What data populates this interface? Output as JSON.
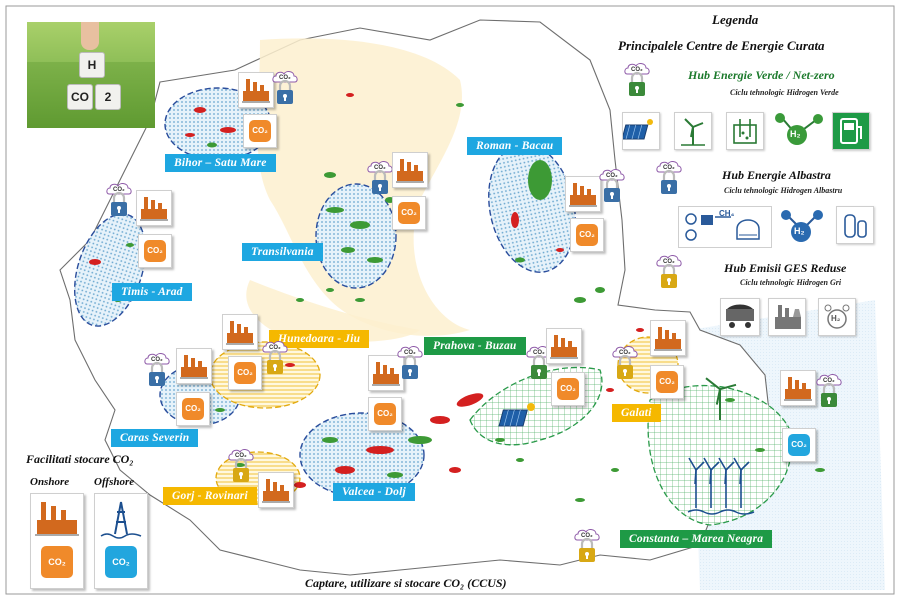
{
  "legend": {
    "title": "Legenda",
    "subtitle": "Principalele Centre de Energie Curata",
    "hubs": [
      {
        "title": "Hub Energie Verde / Net-zero",
        "subtitle": "Ciclu tehnologic Hidrogen Verde"
      },
      {
        "title": "Hub Energie Albastra",
        "subtitle": "Ciclu tehnologic Hidrogen Albastru"
      },
      {
        "title": "Hub Emisii GES Reduse",
        "subtitle": "Ciclu tehnologic Hidrogen Gri"
      }
    ],
    "h2_label": "H₂",
    "ch4_label": "CH₄"
  },
  "storage": {
    "title": "Facilitati stocare CO₂",
    "onshore": "Onshore",
    "offshore": "Offshore"
  },
  "ccus_caption": "Captare, utilizare si stocare CO₂ (CCUS)",
  "co2_text": "CO₂",
  "photo": {
    "cube_h": "H",
    "cube_co": "CO",
    "cube_2": "2"
  },
  "regions": [
    {
      "id": "bihor",
      "label": "Bihor – Satu Mare"
    },
    {
      "id": "roman",
      "label": "Roman - Bacau"
    },
    {
      "id": "transilvania",
      "label": "Transilvania"
    },
    {
      "id": "timis",
      "label": "Timis - Arad"
    },
    {
      "id": "hunedoara",
      "label": "Hunedoara - Jiu"
    },
    {
      "id": "prahova",
      "label": "Prahova - Buzau"
    },
    {
      "id": "galati",
      "label": "Galati"
    },
    {
      "id": "caras",
      "label": "Caras Severin"
    },
    {
      "id": "gorj",
      "label": "Gorj - Rovinari"
    },
    {
      "id": "valcea",
      "label": "Valcea - Dolj"
    },
    {
      "id": "constanta",
      "label": "Constanta – Marea Neagra"
    }
  ],
  "colors": {
    "blue_label": "#1ea7e1",
    "green_label": "#1e9a46",
    "gold_label": "#f5b800",
    "co2_onshore": "#f08a2a",
    "co2_offshore": "#22a6de",
    "lock_green": "#3b8a3a",
    "lock_blue": "#3a6fa6",
    "lock_gold": "#d8a814",
    "cloud_border": "#8e5aa8"
  },
  "icons": [
    "lock-cloud-icon",
    "factory-icon",
    "co2-icon",
    "offshore-rig-icon",
    "solar-panel-icon",
    "wind-turbine-icon",
    "electrolyzer-icon",
    "h2-molecule-icon",
    "h2-station-icon",
    "methane-reformer-icon",
    "coal-wagon-icon",
    "power-plant-icon"
  ]
}
